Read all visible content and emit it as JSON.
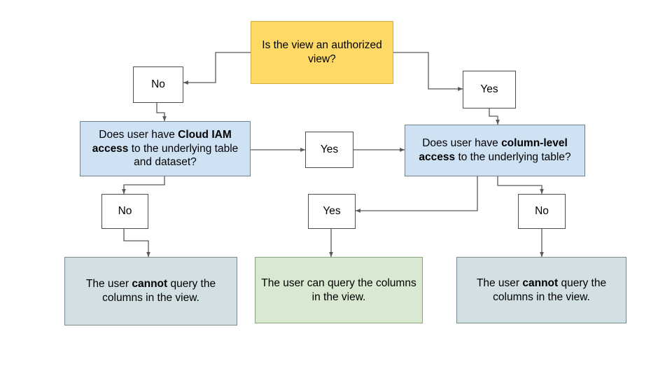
{
  "diagram": {
    "title": "Authorized view and column-level access decision flow",
    "background": "#ffffff",
    "colors": {
      "question_start": "#ffd966",
      "question_step": "#cfe2f3",
      "label_box": "#ffffff",
      "outcome_denied": "#d2dfe3",
      "outcome_allowed": "#d9e8d0",
      "connector": "#595959",
      "text": "#000000"
    },
    "nodes": {
      "start_question": {
        "text_plain": "Is the view an authorized view?",
        "line1": "Is the view an",
        "line2": "authorized view?"
      },
      "start_no_label": {
        "text": "No"
      },
      "start_yes_label": {
        "text": "Yes"
      },
      "iam_question": {
        "text_plain": "Does user have Cloud IAM access to the underlying table and dataset?",
        "prefix": "Does user have ",
        "bold": "Cloud IAM access",
        "suffix": " to the underlying table and dataset?"
      },
      "iam_yes_label": {
        "text": "Yes"
      },
      "iam_no_label": {
        "text": "No"
      },
      "column_question": {
        "text_plain": "Does user have column-level access to the underlying table?",
        "prefix": "Does user have ",
        "bold": "column-level access",
        "suffix": " to the underlying table?"
      },
      "column_yes_label": {
        "text": "Yes"
      },
      "column_no_label": {
        "text": "No"
      },
      "outcome_left": {
        "text_plain": "The user cannot query the columns in the view.",
        "prefix": "The user ",
        "bold": "cannot",
        "suffix": " query the columns in the view."
      },
      "outcome_middle": {
        "text_plain": "The user can query the columns in the view."
      },
      "outcome_right": {
        "text_plain": "The user cannot query the columns in the view.",
        "prefix": "The user ",
        "bold": "cannot",
        "suffix": " query the columns in the view."
      }
    },
    "edges": [
      {
        "from": "start_question",
        "to": "start_no_label",
        "label": "No"
      },
      {
        "from": "start_question",
        "to": "start_yes_label",
        "label": "Yes"
      },
      {
        "from": "start_no_label",
        "to": "iam_question",
        "label": ""
      },
      {
        "from": "start_yes_label",
        "to": "column_question",
        "label": ""
      },
      {
        "from": "iam_question",
        "to": "iam_yes_label",
        "label": "Yes"
      },
      {
        "from": "iam_yes_label",
        "to": "column_question",
        "label": ""
      },
      {
        "from": "iam_question",
        "to": "iam_no_label",
        "label": "No"
      },
      {
        "from": "iam_no_label",
        "to": "outcome_left",
        "label": ""
      },
      {
        "from": "column_question",
        "to": "column_yes_label",
        "label": "Yes"
      },
      {
        "from": "column_yes_label",
        "to": "outcome_middle",
        "label": ""
      },
      {
        "from": "column_question",
        "to": "column_no_label",
        "label": "No"
      },
      {
        "from": "column_no_label",
        "to": "outcome_right",
        "label": ""
      }
    ]
  }
}
